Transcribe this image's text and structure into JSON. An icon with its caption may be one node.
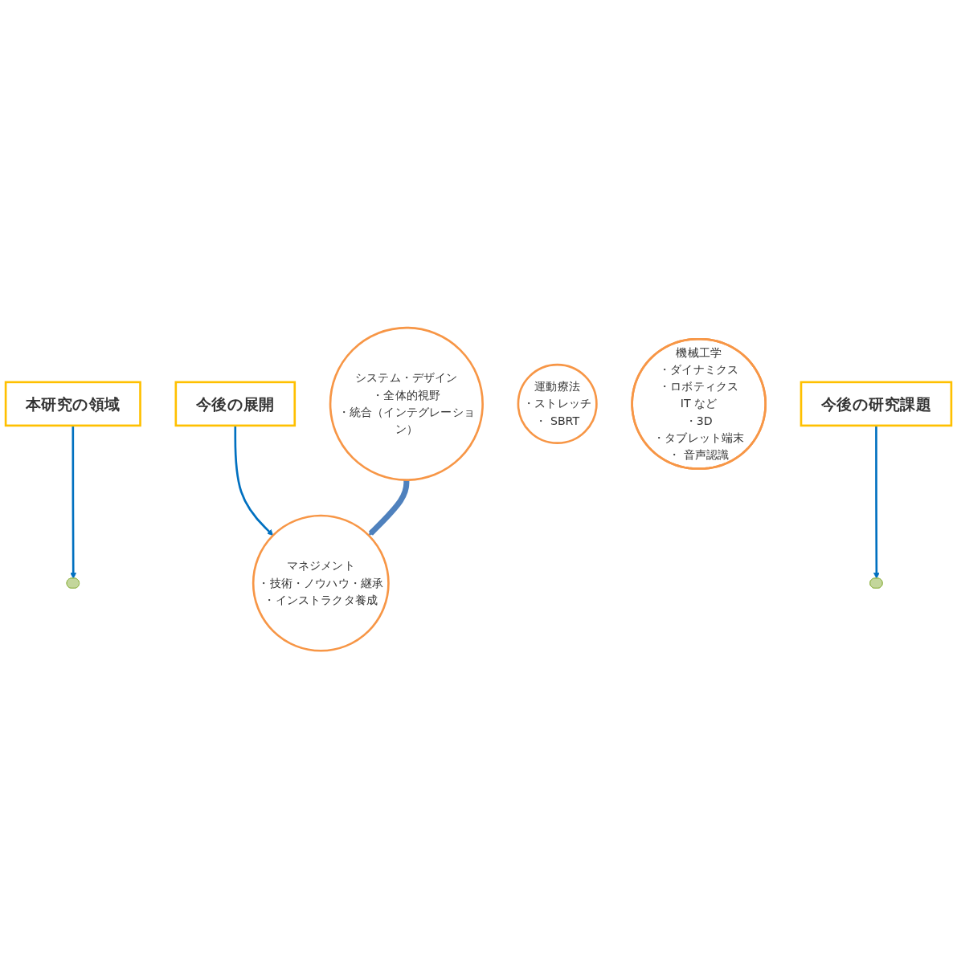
{
  "diagram": {
    "nodes": [
      {
        "text": [
          "本研究の領域"
        ]
      },
      {
        "text": [
          "今後の展開"
        ]
      },
      {
        "text": [
          "システム・デザイン",
          "・全体的視野",
          "・統合（インテグレーション）"
        ]
      },
      {
        "text": [
          "マネジメント",
          "・技術・ノウハウ・継承",
          "・インストラクタ養成"
        ]
      },
      {
        "text": [],
        "shape": "ellipse"
      },
      {
        "text": [
          "運動療法",
          "・ストレッチ",
          "・ SBRT"
        ]
      },
      {
        "text": [
          "機械工学",
          "・ダイナミクス",
          "・ロボティクス",
          "IT など",
          "・3D",
          "・タブレット端末",
          "・ 音声認識"
        ]
      },
      {
        "text": [],
        "shape": "ellipse"
      },
      {
        "text": [
          "今後の研究課題"
        ]
      }
    ],
    "edges": [
      {
        "from": 0,
        "to": 4,
        "arrow": "to"
      },
      {
        "from": 1,
        "to": 3,
        "arrow": "to"
      },
      {
        "from": 2,
        "to": 3,
        "arrow": "to",
        "style": "thick",
        "color": "#4f81bd"
      },
      {
        "from": 8,
        "to": 7,
        "arrow": "to"
      }
    ]
  }
}
